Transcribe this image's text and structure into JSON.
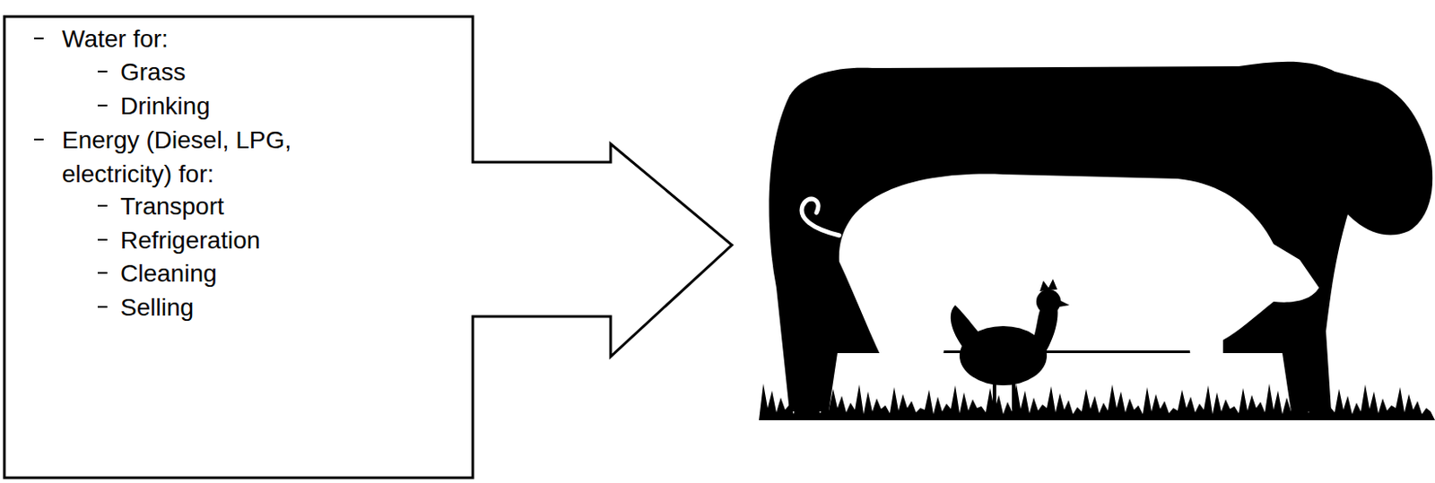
{
  "diagram": {
    "nodes": [
      {
        "text": [
          "Water for:",
          "Grass",
          "Drinking",
          "Energy (Diesel, LPG, electricity) for:",
          "Transport",
          "Refrigeration",
          "Cleaning",
          "Selling"
        ]
      }
    ]
  }
}
